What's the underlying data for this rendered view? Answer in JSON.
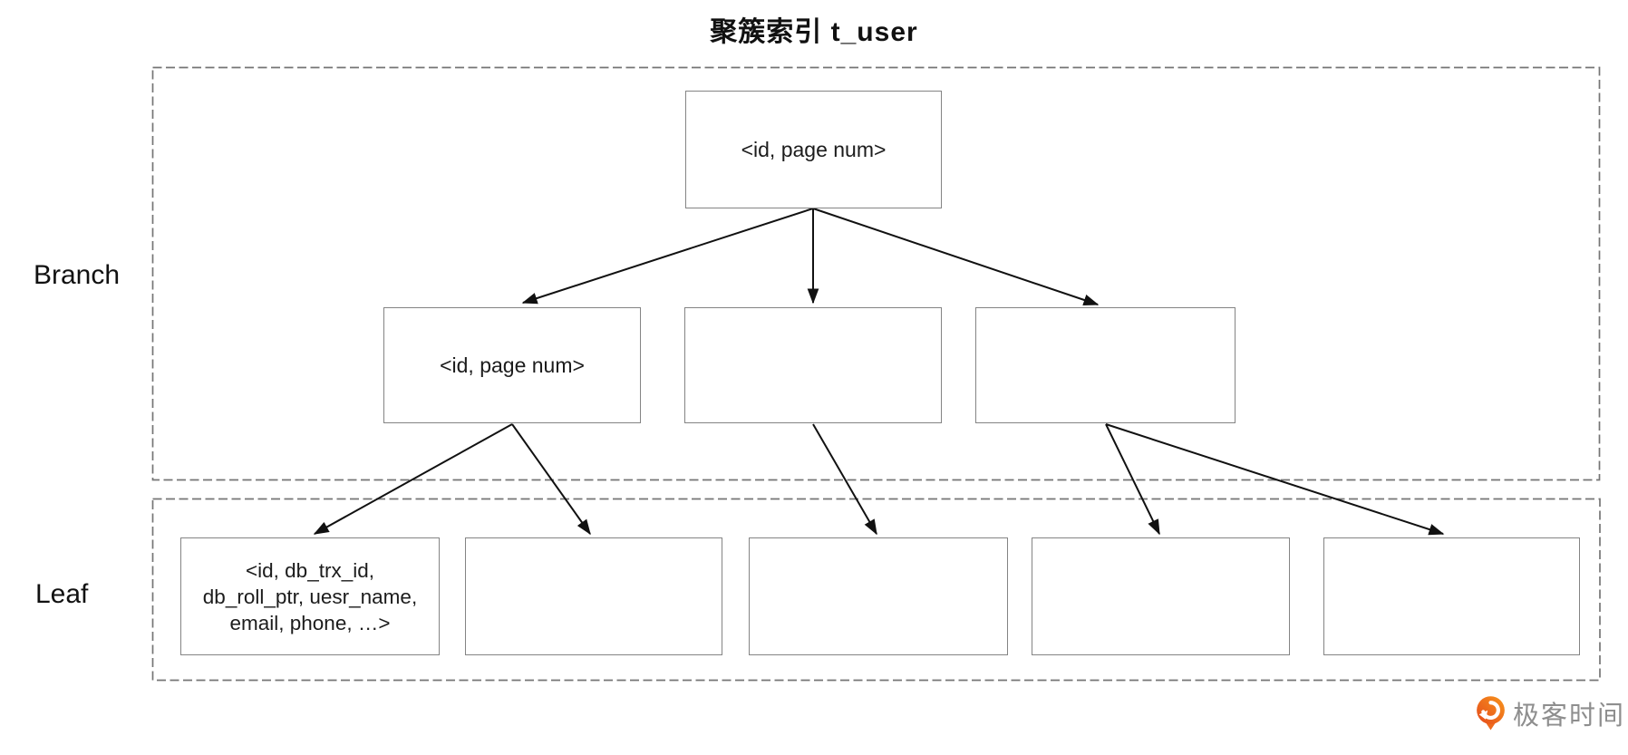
{
  "diagram": {
    "title": "聚簇索引 t_user",
    "sections": {
      "branch": {
        "label": "Branch"
      },
      "leaf": {
        "label": "Leaf"
      }
    },
    "nodes": {
      "root": {
        "text": "<id, page num>"
      },
      "branches": [
        {
          "text": "<id, page num>"
        },
        {
          "text": ""
        },
        {
          "text": ""
        }
      ],
      "leaves": [
        {
          "text": "<id, db_trx_id,\ndb_roll_ptr, uesr_name,\nemail, phone, …>"
        },
        {
          "text": ""
        },
        {
          "text": ""
        },
        {
          "text": ""
        },
        {
          "text": ""
        }
      ]
    },
    "edges": [
      {
        "from": "root",
        "to": "branch-1"
      },
      {
        "from": "root",
        "to": "branch-2"
      },
      {
        "from": "root",
        "to": "branch-3"
      },
      {
        "from": "branch-1",
        "to": "leaf-1"
      },
      {
        "from": "branch-1",
        "to": "leaf-2"
      },
      {
        "from": "branch-2",
        "to": "leaf-3"
      },
      {
        "from": "branch-3",
        "to": "leaf-4"
      },
      {
        "from": "branch-3",
        "to": "leaf-5"
      }
    ]
  },
  "watermark": {
    "brand": "极客时间",
    "icon": "geektime-logo-icon",
    "text_color": "#8e8e8e",
    "accent_color": "#ED6A1D"
  },
  "colors": {
    "node_border": "#848484",
    "section_border": "#757575",
    "arrow": "#111111",
    "text": "#1a1a1a"
  }
}
